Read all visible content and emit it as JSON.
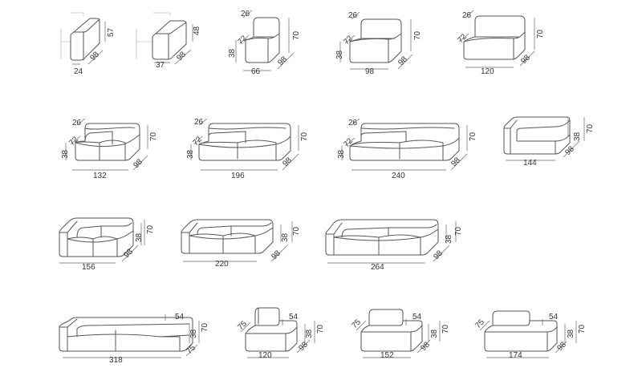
{
  "modules": [
    {
      "id": "m01",
      "type": "armrest",
      "dims": {
        "w": "24",
        "d": "98",
        "h": "57"
      }
    },
    {
      "id": "m02",
      "type": "backrest-end",
      "dims": {
        "w": "37",
        "d": "98",
        "h": "48"
      }
    },
    {
      "id": "m03",
      "type": "seat",
      "dims": {
        "w": "66",
        "d": "98",
        "h": "70",
        "seat_h": "38",
        "seat_d": "72",
        "back": "26"
      }
    },
    {
      "id": "m04",
      "type": "seat",
      "dims": {
        "w": "98",
        "d": "98",
        "h": "70",
        "seat_h": "38",
        "seat_d": "72",
        "back": "26"
      }
    },
    {
      "id": "m05",
      "type": "seat",
      "dims": {
        "w": "120",
        "d": "98",
        "h": "70",
        "seat_h": "38",
        "seat_d": "72",
        "back": "26"
      }
    },
    {
      "id": "m06",
      "type": "sofa-2",
      "dims": {
        "w": "132",
        "d": "98",
        "h": "70",
        "seat_h": "38",
        "seat_d": "72",
        "back": "26"
      }
    },
    {
      "id": "m07",
      "type": "sofa-2",
      "dims": {
        "w": "196",
        "d": "98",
        "h": "70",
        "seat_h": "38",
        "seat_d": "72",
        "back": "26"
      }
    },
    {
      "id": "m08",
      "type": "sofa-2",
      "dims": {
        "w": "240",
        "d": "98",
        "h": "70",
        "seat_h": "38",
        "seat_d": "72",
        "back": "26"
      }
    },
    {
      "id": "m09",
      "type": "arm-seat",
      "dims": {
        "w": "144",
        "d": "98",
        "h": "70",
        "seat_h": "38"
      }
    },
    {
      "id": "m10",
      "type": "arm-sofa",
      "dims": {
        "w": "156",
        "d": "98",
        "h": "70",
        "seat_h": "38"
      }
    },
    {
      "id": "m11",
      "type": "arm-sofa",
      "dims": {
        "w": "220",
        "d": "98",
        "h": "70",
        "seat_h": "38"
      }
    },
    {
      "id": "m12",
      "type": "arm-sofa",
      "dims": {
        "w": "264",
        "d": "98",
        "h": "70",
        "seat_h": "38"
      }
    },
    {
      "id": "m13",
      "type": "arm-sofa-long",
      "dims": {
        "w": "318",
        "d": "75",
        "h": "70",
        "seat_h": "38",
        "back": "54"
      }
    },
    {
      "id": "m14",
      "type": "chaise",
      "dims": {
        "w": "120",
        "d": "98",
        "h": "70",
        "seat_h": "38",
        "back": "54",
        "seat_d": "75"
      }
    },
    {
      "id": "m15",
      "type": "chaise",
      "dims": {
        "w": "152",
        "d": "98",
        "h": "70",
        "seat_h": "38",
        "back": "54",
        "seat_d": "75"
      }
    },
    {
      "id": "m16",
      "type": "chaise",
      "dims": {
        "w": "174",
        "d": "98",
        "h": "70",
        "seat_h": "38",
        "back": "54",
        "seat_d": "75"
      }
    }
  ]
}
